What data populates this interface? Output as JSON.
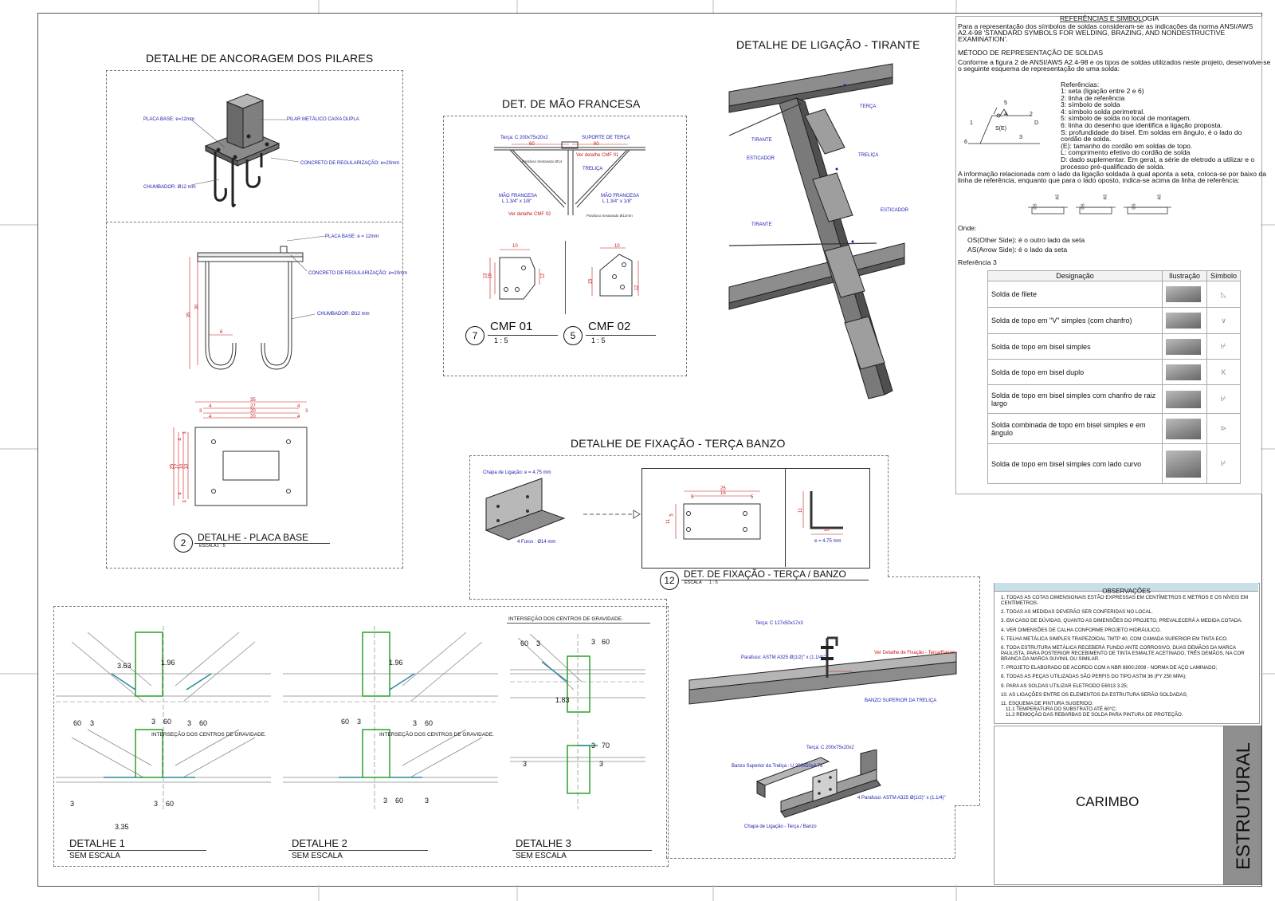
{
  "sheet": {
    "label": "ESTRUTURAL",
    "stamp": "CARIMBO"
  },
  "anchorage": {
    "title": "DETALHE DE ANCORAGEM DOS PILARES",
    "notes_3d": [
      "PLACA BASE: e=12mm",
      "PILAR METÁLICO CAIXA DUPLA",
      "CONCRETO DE REGULARIZAÇÃO: e=20mm",
      "CHUMBADOR: Ø12 mm"
    ],
    "notes_elev": [
      "PLACA BASE: e = 12mm",
      "CONCRETO DE REGULARIZAÇÃO: e=20mm",
      "CHUMBADOR: Ø12 mm"
    ],
    "dims_elev": [
      "30",
      "35",
      "6"
    ],
    "dims_plan_h": [
      "35",
      "27",
      "20",
      "20",
      "4",
      "4",
      "4",
      "4",
      "3",
      "3"
    ],
    "dims_plan_v": [
      "25",
      "17",
      "10",
      "10",
      "4",
      "4",
      "3",
      "3"
    ],
    "badge": "2",
    "detail_title": "DETALHE - PLACA BASE",
    "scale_label": "ESCALA",
    "scale": "1 : 5"
  },
  "mao_francesa": {
    "title": "DET. DE MÃO FRANCESA",
    "notes": [
      "Terça: C 200x75x20x2",
      "SUPORTE DE TERÇA",
      "60",
      "60",
      "Ver detalhe CMF 01",
      "Parafuso Sextavado Ø14",
      "TRELIÇA",
      "MÃO FRANCESA",
      "L 1.3/4\" x 1/8\"",
      "MÃO FRANCESA",
      "L 1.3/4\" x 1/8\"",
      "Ver detalhe CMF 02",
      "Parafuso Sextavado Ø12mm"
    ],
    "cmf01": {
      "badge": "7",
      "title": "CMF 01",
      "scale": "1 : 5",
      "dims": [
        "10",
        "4",
        "4",
        "3",
        "13",
        "6",
        "3",
        "3",
        "12",
        "9",
        "4",
        "4",
        "15",
        "3"
      ]
    },
    "cmf02": {
      "badge": "5",
      "title": "CMF 02",
      "scale": "1 : 5",
      "dims": [
        "10",
        "4",
        "4",
        "15",
        "15",
        "12",
        "3",
        "3"
      ]
    }
  },
  "tirante": {
    "title": "DETALHE DE LIGAÇÃO - TIRANTE",
    "notes": [
      "TIRANTE",
      "ESTICADOR",
      "TERÇA",
      "TRELIÇA",
      "ESTICADOR",
      "TIRANTE"
    ]
  },
  "references": {
    "title": "REFERÊNCIAS E SIMBOLOGIA",
    "intro": [
      "Para a representação dos símbolos de soldas consideram-se as indicações da norma ANSI/AWS",
      "A2.4-98 'STANDARD SYMBOLS FOR WELDING, BRAZING, AND NONDESTRUCTIVE",
      "EXAMINATION'."
    ],
    "method_title": "MÉTODO DE REPRESENTAÇÃO DE SOLDAS",
    "method": [
      "Conforme a figura 2 de ANSI/AWS A2.4-98 e os tipos de soldas utilizados neste projeto, desenvolve-se",
      "o seguinte esquema de representação de uma solda:"
    ],
    "refs_title": "Referências:",
    "refs": [
      "1: seta (ligação entre 2 e 6)",
      "2: linha de referência",
      "3: símbolo de solda",
      "4: símbolo solda perimetral.",
      "5: símbolo de solda no local de montagem.",
      "6: linha do desenho que identifica a ligação proposta.",
      "S: profundidade do bisel. Em soldas em ângulo, é o lado do",
      "cordão de solda.",
      "(E): tamanho do cordão em soldas de topo.",
      "L: comprimento efetivo do cordão de solda",
      "D: dado suplementar. Em geral, a série de eletrodo a utilizar e o",
      "processo pré-qualificado de solda."
    ],
    "symbol_labels": [
      "5",
      "4",
      "2",
      "1",
      "S(E)",
      "D",
      "3",
      "6"
    ],
    "side_note": [
      "A informação relacionada com o lado da ligação soldada à qual aponta a seta, coloca-se por baixo da",
      "linha de referência, enquanto que para o lado oposto, indica-se acima da linha de referência:"
    ],
    "side_symbols": [
      "OS",
      "AS",
      "OS",
      "AS",
      "OS",
      "AS"
    ],
    "onde": "Onde:",
    "os": "OS(Other Side): é o outro lado da seta",
    "as": "AS(Arrow Side): é o lado da seta",
    "ref3": "Referência 3",
    "table_headers": [
      "Designação",
      "Ilustração",
      "Símbolo"
    ],
    "table_rows": [
      "Solda de filete",
      "Solda de topo em \"V\" simples (com chanfro)",
      "Solda de topo em bisel simples",
      "Solda de topo em bisel duplo",
      "Solda de topo em bisel simples com chanfro de raiz largo",
      "Solda combinada de topo em bisel simples e em ângulo",
      "Solda de topo em bisel simples com lado curvo"
    ]
  },
  "fixacao": {
    "title": "DETALHE DE FIXAÇÃO - TERÇA BANZO",
    "notes": [
      "Chapa de Ligação: e = 4.75 mm",
      "4 Furos : Ø14 mm",
      "e = 4.75 mm"
    ],
    "dims": [
      "25",
      "15",
      "5",
      "5",
      "11",
      "5",
      "11",
      "10"
    ],
    "badge": "12",
    "detail_title": "DET. DE FIXAÇÃO - TERÇA / BANZO",
    "scale_label": "ESCALA",
    "scale": "1 : 5"
  },
  "perspectives": {
    "notes_a": [
      "Terça: C 127x50x17x3",
      "Parafuso: ASTM A325 Ø(1/2)\" x (1.1/4)\"",
      "Ver Detalhe de Fixação - Terça/Banzo",
      "BANZO SUPERIOR DA TRELIÇA"
    ],
    "notes_b": [
      "Terça: C 200x75x20x2",
      "Banzo Superior da Treliça : U 200x50x4.76",
      "4 Parafuso: ASTM A325 Ø(1/2)\" x (1.1/4)\"",
      "Chapa de Ligação - Terça / Banzo"
    ]
  },
  "welds": {
    "intersect_top": "INTERSEÇÃO DOS CENTROS DE GRAVIDADE.",
    "intersect_1": "INTERSEÇÃO DOS CENTROS DE GRAVIDADE.",
    "intersect_2": "INTERSEÇÃO DOS CENTROS DE GRAVIDADE.",
    "d1_dims": [
      "3.63",
      "1.96",
      "60",
      "3",
      "3",
      "60",
      "3",
      "60",
      "3",
      "3",
      "60",
      "3.35"
    ],
    "d2_dims": [
      "1.96",
      "60",
      "3",
      "3",
      "60",
      "3",
      "60",
      "3"
    ],
    "d3_dims": [
      "60",
      "3",
      "3",
      "60",
      "1.83",
      "3",
      "70",
      "3",
      "3"
    ],
    "d1_title": "DETALHE 1",
    "d2_title": "DETALHE 2",
    "d3_title": "DETALHE 3",
    "no_scale": "SEM ESCALA"
  },
  "observations": {
    "title": "OBSERVAÇÕES",
    "items": [
      "1. TODAS AS COTAS DIMENSIONAIS ESTÃO EXPRESSAS EM CENTÍMETROS E METROS E OS NÍVEIS EM CENTÍMETROS.",
      "2. TODAS AS MEDIDAS DEVERÃO SER CONFERIDAS NO LOCAL.",
      "3. EM CASO DE DÚVIDAS, QUANTO AS DIMENSÕES DO PROJETO, PREVALECERÁ A MEDIDA COTADA.",
      "4. VER DIMENSÕES DE CALHA CONFORME PROJETO HIDRÁULICO.",
      "5. TELHA METÁLICA SIMPLES TRAPEZOIDAL TMTP 40, COM CAMADA SUPERIOR EM TINTA ECO.",
      "6. TODA ESTRUTURA METÁLICA RECEBERÁ FUNDO ANTE CORROSIVO, DUAS DEMÃOS DA MARCA PAULISTA, PARA POSTERIOR RECEBIMENTO DE TINTA ESMALTE ACETINADO, TRÊS DEMÃOS, NA COR BRANCA DA MARCA SUVINIL OU SIMILAR.",
      "7. PROJETO ELABORADO DE ACORDO COM A NBR 8800:2008 - NORMA DE AÇO LAMINADO;",
      "8. TODAS AS PEÇAS UTILIZADAS SÃO PERFIS DO TIPO ASTM 36 (FY 250 MPA);",
      "9. PARA AS SOLDAS UTILIZAR ELETRODO E6013 3.25;",
      "10. AS LIGAÇÕES ENTRE OS ELEMENTOS DA ESTRUTURA SERÃO SOLDADAS;",
      "11. ESQUEMA DE PINTURA SUGERIDO:",
      "11.1 TEMPERATURA DO SUBSTRATO ATÉ 60°C;",
      "11.2 REMOÇÃO DAS REBARBAS DE SOLDA PARA PINTURA DE PROTEÇÃO."
    ]
  }
}
